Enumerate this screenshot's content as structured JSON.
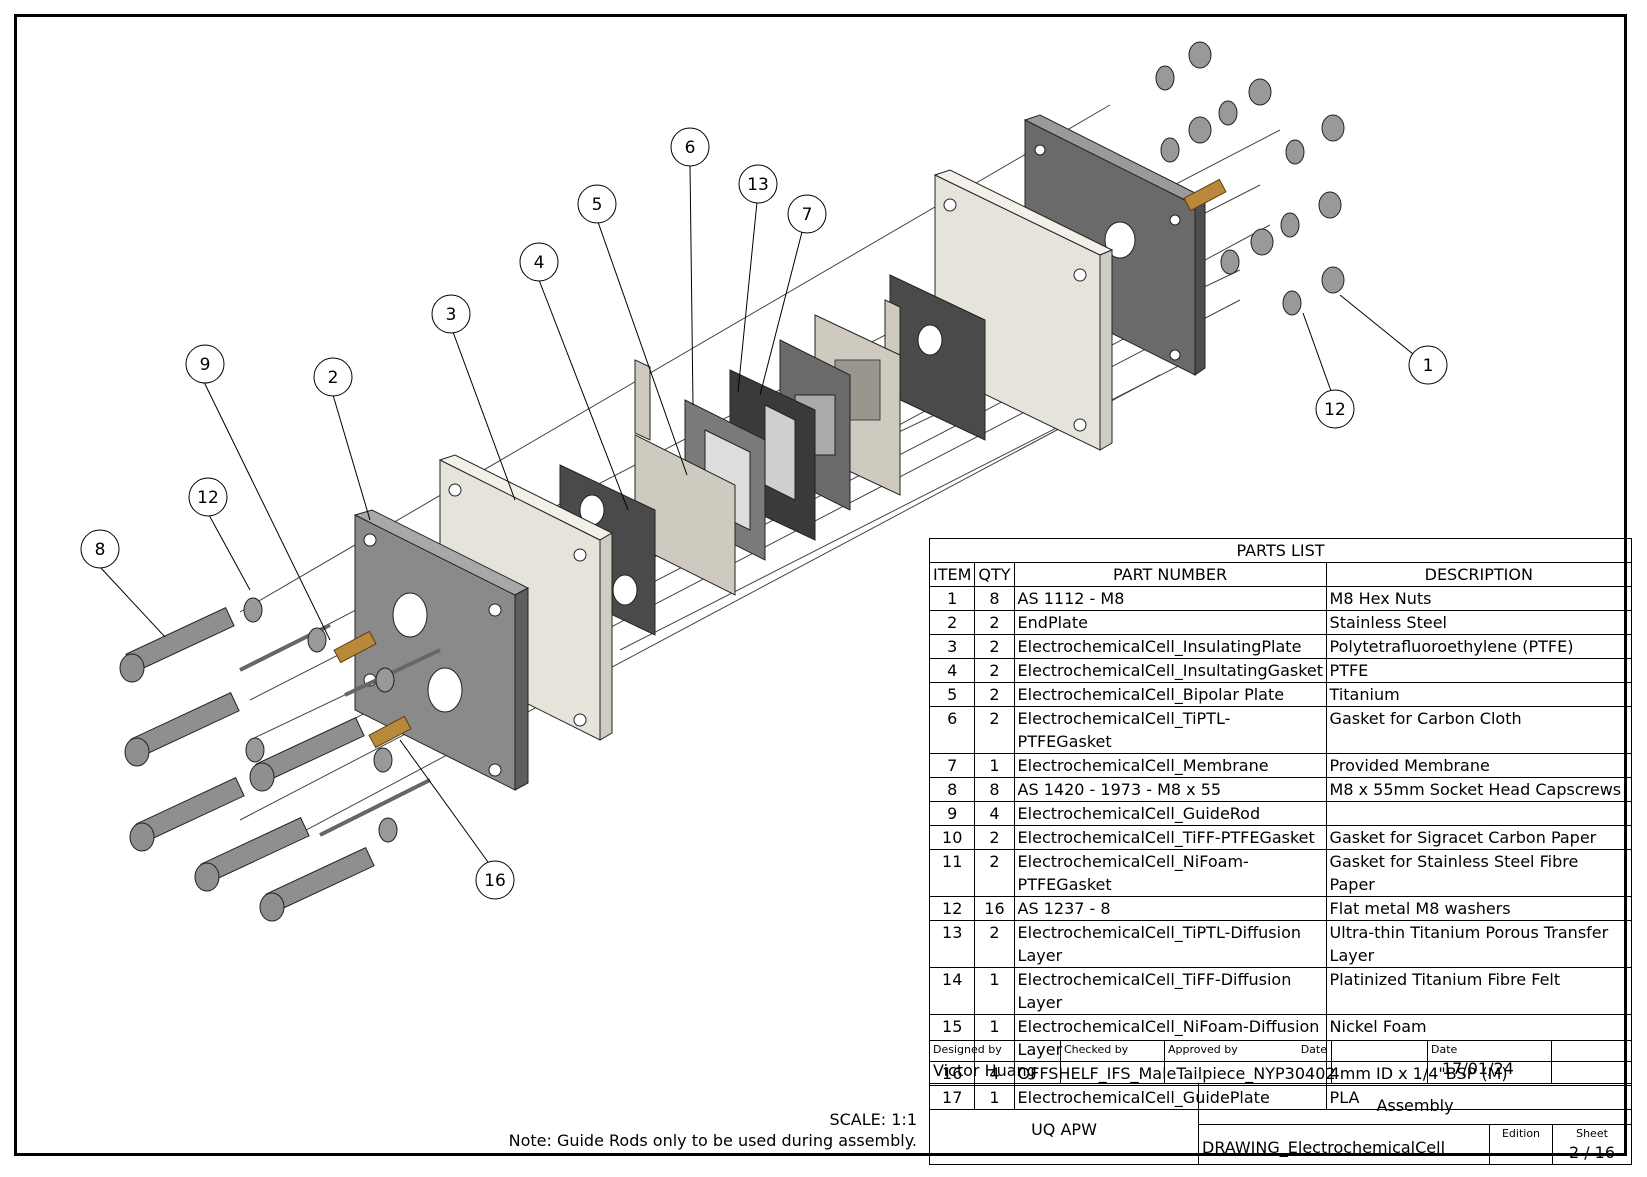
{
  "balloons": [
    {
      "id": "b1",
      "label": "1"
    },
    {
      "id": "b2",
      "label": "2"
    },
    {
      "id": "b3",
      "label": "3"
    },
    {
      "id": "b4",
      "label": "4"
    },
    {
      "id": "b5",
      "label": "5"
    },
    {
      "id": "b6",
      "label": "6"
    },
    {
      "id": "b7",
      "label": "7"
    },
    {
      "id": "b8",
      "label": "8"
    },
    {
      "id": "b9",
      "label": "9"
    },
    {
      "id": "b12a",
      "label": "12"
    },
    {
      "id": "b12b",
      "label": "12"
    },
    {
      "id": "b13",
      "label": "13"
    },
    {
      "id": "b16",
      "label": "16"
    }
  ],
  "parts_list": {
    "title": "PARTS LIST",
    "headers": {
      "item": "ITEM",
      "qty": "QTY",
      "part": "PART NUMBER",
      "desc": "DESCRIPTION"
    },
    "rows": [
      {
        "item": "1",
        "qty": "8",
        "part": "AS 1112 - M8",
        "desc": "M8 Hex Nuts"
      },
      {
        "item": "2",
        "qty": "2",
        "part": "EndPlate",
        "desc": "Stainless Steel"
      },
      {
        "item": "3",
        "qty": "2",
        "part": "ElectrochemicalCell_InsulatingPlate",
        "desc": "Polytetrafluoroethylene (PTFE)"
      },
      {
        "item": "4",
        "qty": "2",
        "part": "ElectrochemicalCell_InsultatingGasket",
        "desc": "PTFE"
      },
      {
        "item": "5",
        "qty": "2",
        "part": "ElectrochemicalCell_Bipolar Plate",
        "desc": "Titanium"
      },
      {
        "item": "6",
        "qty": "2",
        "part": "ElectrochemicalCell_TiPTL-PTFEGasket",
        "desc": "Gasket for Carbon Cloth"
      },
      {
        "item": "7",
        "qty": "1",
        "part": "ElectrochemicalCell_Membrane",
        "desc": "Provided Membrane"
      },
      {
        "item": "8",
        "qty": "8",
        "part": "AS 1420 - 1973 - M8 x 55",
        "desc": "M8 x 55mm Socket Head Capscrews"
      },
      {
        "item": "9",
        "qty": "4",
        "part": "ElectrochemicalCell_GuideRod",
        "desc": ""
      },
      {
        "item": "10",
        "qty": "2",
        "part": "ElectrochemicalCell_TiFF-PTFEGasket",
        "desc": "Gasket for Sigracet Carbon Paper"
      },
      {
        "item": "11",
        "qty": "2",
        "part": "ElectrochemicalCell_NiFoam-PTFEGasket",
        "desc": "Gasket for Stainless Steel Fibre Paper"
      },
      {
        "item": "12",
        "qty": "16",
        "part": "AS 1237 - 8",
        "desc": "Flat metal M8 washers"
      },
      {
        "item": "13",
        "qty": "2",
        "part": "ElectrochemicalCell_TiPTL-Diffusion Layer",
        "desc": "Ultra-thin Titanium Porous Transfer Layer"
      },
      {
        "item": "14",
        "qty": "1",
        "part": "ElectrochemicalCell_TiFF-Diffusion Layer",
        "desc": "Platinized Titanium Fibre Felt"
      },
      {
        "item": "15",
        "qty": "1",
        "part": "ElectrochemicalCell_NiFoam-Diffusion Layer",
        "desc": "Nickel Foam"
      },
      {
        "item": "16",
        "qty": "4",
        "part": "OFFSHELF_IFS_MaleTailpiece_NYP30402",
        "desc": "4mm ID x 1/4\"BSP (M)"
      },
      {
        "item": "17",
        "qty": "1",
        "part": "ElectrochemicalCell_GuidePlate",
        "desc": "PLA"
      }
    ]
  },
  "title_block": {
    "designed_by_label": "Designed by",
    "designed_by": "Victor Huang",
    "checked_by_label": "Checked by",
    "approved_by_label": "Approved by",
    "date_label1": "Date",
    "date_label2": "Date",
    "date": "17/01/24",
    "organisation": "UQ APW",
    "title": "Assembly",
    "drawing": "DRAWING_ElectrochemicalCell",
    "edition_label": "Edition",
    "sheet_label": "Sheet",
    "sheet": "2 / 16"
  },
  "notes": {
    "scale": "SCALE: 1:1",
    "note": "Note: Guide Rods only to be used during assembly."
  },
  "colors": {
    "endplate": "#8a8a8a",
    "endplate_side": "#5e5e5e",
    "insulating": "#e6e4da",
    "gasket": "#4a4a4a",
    "bipolar": "#cfcac0",
    "brass": "#b8893a"
  }
}
